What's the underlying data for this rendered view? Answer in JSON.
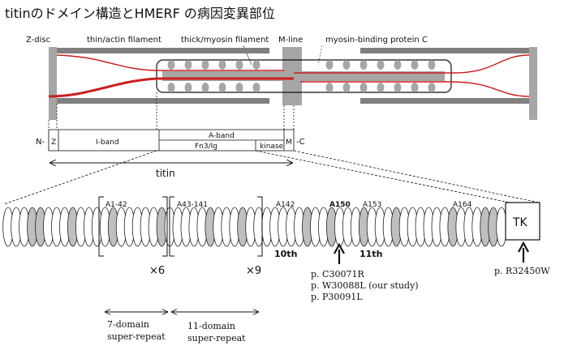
{
  "title": "titinのドメイン構造とHMERF の病因変異部位",
  "top_labels": {
    "zdisc": "Z-disc",
    "thin": "thin/actin filament",
    "thick": "thick/myosin filament",
    "mline": "M-line",
    "mybpc": "myosin-binding protein C"
  },
  "bands": {
    "n": "N-",
    "z": "Z",
    "iband": "I-band",
    "aband": "A-band",
    "fn3": "Fn3/Ig",
    "kinase": "kinase",
    "m": "M",
    "c": "-C"
  },
  "titin_label": "titin",
  "brackets": {
    "a1": "A1-42",
    "a43": "A43-141",
    "x6": "×6",
    "x9": "×9"
  },
  "domain_labels": {
    "a142": "A142",
    "a150": "A150",
    "a153": "A153",
    "a164": "A164",
    "tenth": "10th",
    "eleventh": "11th"
  },
  "tk": "TK",
  "mutations": [
    "p. C30071R",
    "p. W30088L (our study)",
    "p. P30091L"
  ],
  "tk_mutation": "p. R32450W",
  "repeats": {
    "seven": [
      "7-domain",
      "super-repeat"
    ],
    "eleven": [
      "11-domain",
      "super-repeat"
    ]
  },
  "colors": {
    "red": "#cc1f1f",
    "grey": "#a6a6a6",
    "dark_grey": "#808080",
    "domain_grey": "#bfbfbf"
  }
}
